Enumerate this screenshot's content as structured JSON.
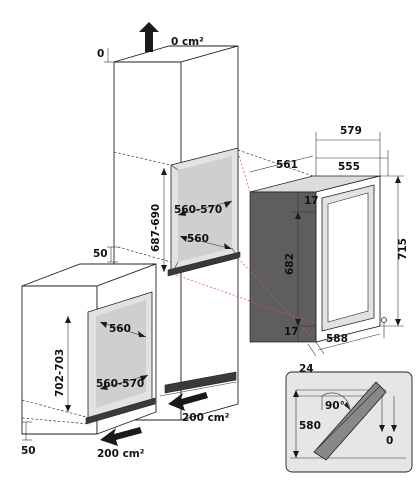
{
  "top_cabinet": {
    "top_vent": "0 cm²",
    "top_gap": "0",
    "niche_height": "687-690",
    "niche_width": "560-570",
    "niche_depth": "560",
    "base_gap": "50",
    "bottom_vent": "200 cm²"
  },
  "under_counter": {
    "niche_height": "702-703",
    "niche_depth": "560",
    "niche_width": "560-570",
    "base_gap": "50",
    "bottom_vent": "200 cm²"
  },
  "appliance": {
    "total_depth": "579",
    "body_depth": "555",
    "width": "561",
    "top_offset": "17",
    "body_height": "682",
    "total_height": "715",
    "bottom_offset": "17",
    "door_width": "588",
    "door_gap": "24"
  },
  "door_detail": {
    "height": "580",
    "angle": "90°",
    "offset": "0"
  }
}
